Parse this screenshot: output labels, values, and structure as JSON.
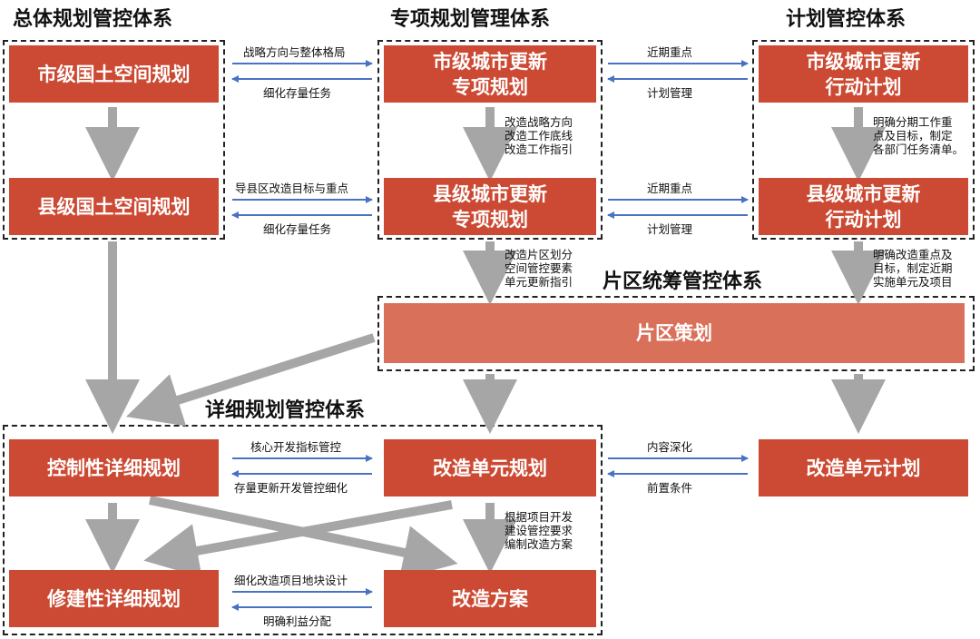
{
  "colors": {
    "node_fill": "#cc4a33",
    "node_fill_light": "#d9705a",
    "blue_arrow": "#4a72c4",
    "gray_arrow": "#a6a6a6"
  },
  "groups": {
    "overall": "总体规划管控体系",
    "special": "专项规划管理体系",
    "plan": "计划管控体系",
    "district": "片区统筹管控体系",
    "detailed": "详细规划管控体系"
  },
  "nodes": {
    "city_spatial": "市级国土空间规划",
    "county_spatial": "县级国土空间规划",
    "city_special": "市级城市更新\n专项规划",
    "county_special": "县级城市更新\n专项规划",
    "city_action": "市级城市更新\n行动计划",
    "county_action": "县级城市更新\n行动计划",
    "district_planning": "片区策划",
    "regulatory_plan": "控制性详细规划",
    "renewal_unit_plan": "改造单元规划",
    "renewal_unit_schedule": "改造单元计划",
    "constructive_plan": "修建性详细规划",
    "renewal_scheme": "改造方案"
  },
  "edges": {
    "city_to_special": "战略方向与整体格局",
    "special_to_city": "细化存量任务",
    "county_to_special": "导县区改造目标与重点",
    "special_to_county": "细化存量任务",
    "city_recent_focus": "近期重点",
    "city_plan_mgmt": "计划管理",
    "county_recent_focus": "近期重点",
    "county_plan_mgmt": "计划管理",
    "special_down_note": "改造战略方向\n改造工作底线\n改造工作指引",
    "action_down_note": "明确分期工作重\n点及目标，制定\n各部门任务清单。",
    "county_special_down_note": "改造片区划分\n空间管控要素\n单元更新指引",
    "county_action_down_note": "明确改造重点及\n目标，制定近期\n实施单元及项目",
    "core_indicator": "核心开发指标管控",
    "stock_refine": "存量更新开发管控细化",
    "content_deepen": "内容深化",
    "precondition": "前置条件",
    "scheme_note": "根据项目开发\n建设管控要求\n编制改造方案",
    "plot_design": "细化改造项目地块设计",
    "benefit_distribution": "明确利益分配"
  }
}
